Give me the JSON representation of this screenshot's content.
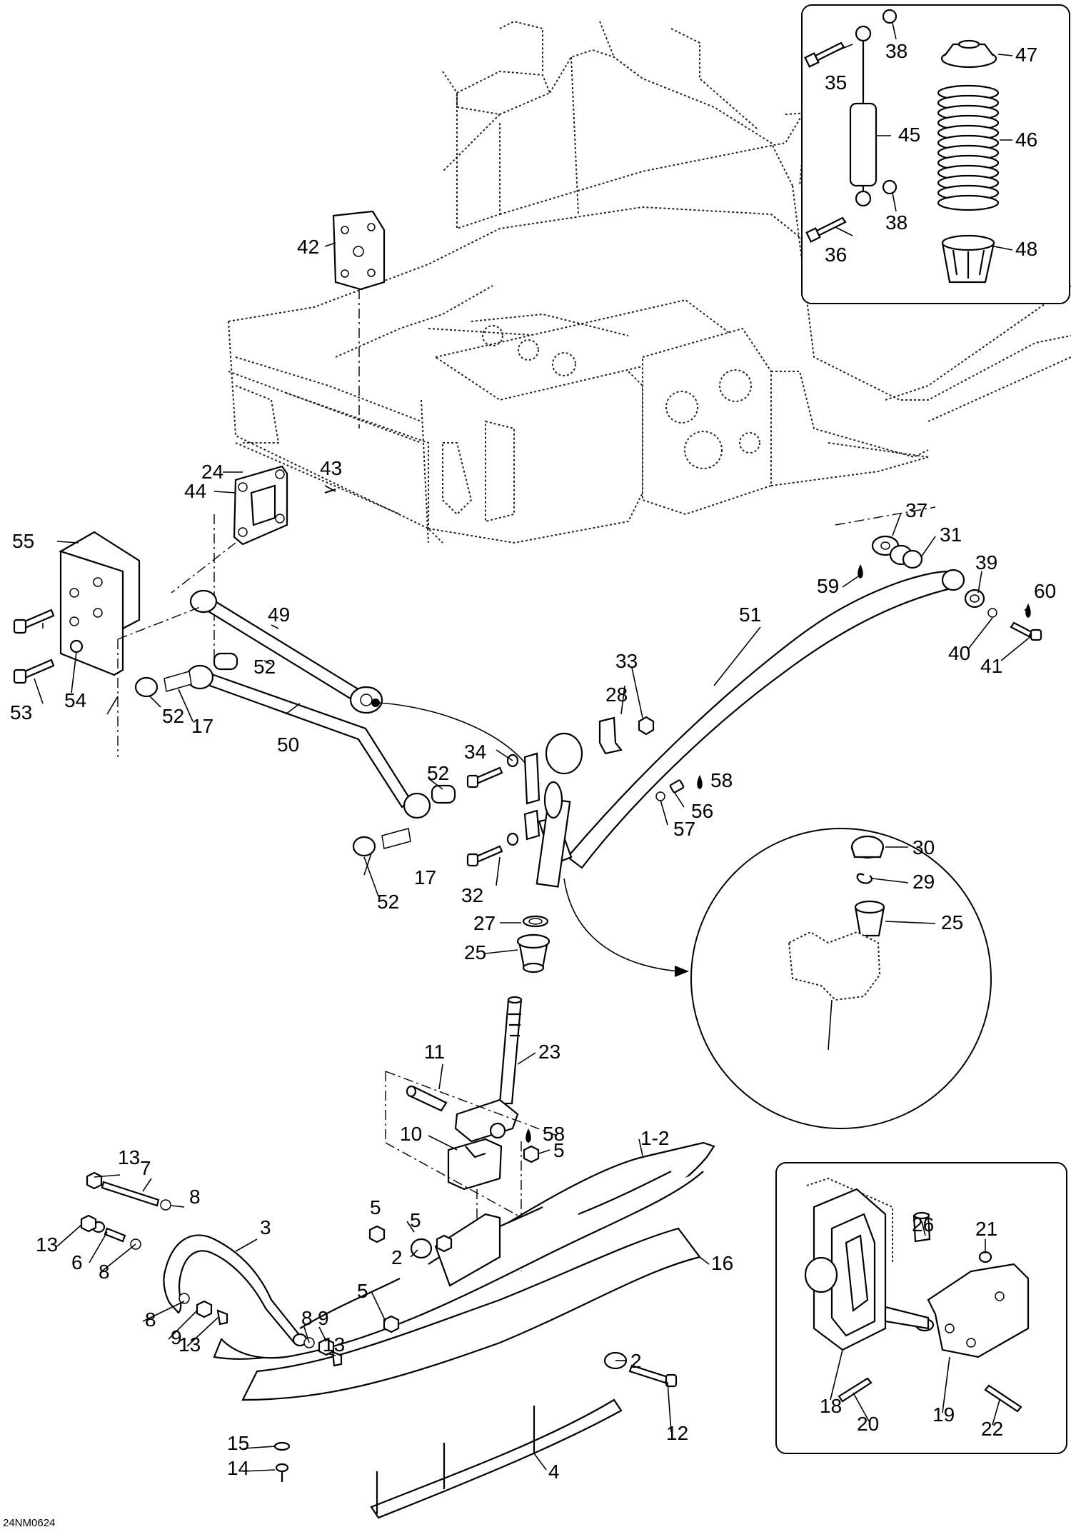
{
  "diagram_code": "24NM0624",
  "callouts": {
    "c1_2": "1-2",
    "c2a": "2",
    "c2b": "2",
    "c3": "3",
    "c4": "4",
    "c5a": "5",
    "c5b": "5",
    "c5c": "5",
    "c5d": "5",
    "c6": "6",
    "c7": "7",
    "c8a": "8",
    "c8b": "8",
    "c8c": "8",
    "c8d": "8",
    "c9a": "9",
    "c9b": "9",
    "c10": "10",
    "c11": "11",
    "c12": "12",
    "c13a": "13",
    "c13b": "13",
    "c13c": "13",
    "c13d": "13",
    "c14": "14",
    "c15": "15",
    "c16": "16",
    "c17a": "17",
    "c17b": "17",
    "c18": "18",
    "c19": "19",
    "c20": "20",
    "c21": "21",
    "c22": "22",
    "c23": "23",
    "c24": "24",
    "c25a": "25",
    "c25b": "25",
    "c26": "26",
    "c27": "27",
    "c28": "28",
    "c29": "29",
    "c30": "30",
    "c31": "31",
    "c32": "32",
    "c33": "33",
    "c34": "34",
    "c35": "35",
    "c36": "36",
    "c37": "37",
    "c38a": "38",
    "c38b": "38",
    "c39": "39",
    "c40": "40",
    "c41": "41",
    "c42": "42",
    "c43": "43",
    "c44": "44",
    "c45": "45",
    "c46": "46",
    "c47": "47",
    "c48": "48",
    "c49": "49",
    "c50": "50",
    "c51": "51",
    "c52a": "52",
    "c52b": "52",
    "c52c": "52",
    "c52d": "52",
    "c53": "53",
    "c54": "54",
    "c55": "55",
    "c56": "56",
    "c57": "57",
    "c58a": "58",
    "c58b": "58",
    "c59": "59",
    "c60": "60"
  }
}
